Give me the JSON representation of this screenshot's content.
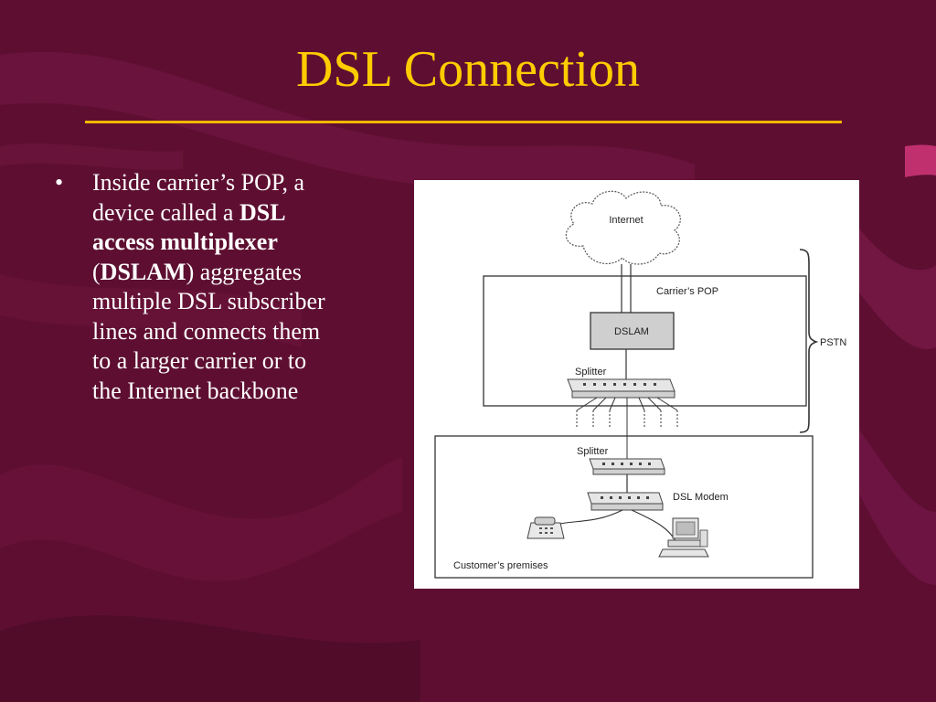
{
  "slide": {
    "title": "DSL Connection",
    "accent_color": "#ffcc00",
    "background_color": "#5e0f31"
  },
  "bullet": {
    "marker": "•",
    "text_before": "Inside carrier’s POP, a device called a ",
    "bold_term": "DSL access multiplexer",
    "paren_open": " (",
    "bold_acronym": "DSLAM",
    "text_after": ") aggregates multiple DSL subscriber lines and connects them to a larger carrier or to the Internet backbone"
  },
  "diagram": {
    "internet_label": "Internet",
    "carrier_pop_label": "Carrier’s POP",
    "dslam_label": "DSLAM",
    "splitter_top_label": "Splitter",
    "pstn_label": "PSTN",
    "splitter_bottom_label": "Splitter",
    "dsl_modem_label": "DSL Modem",
    "customer_label": "Customer’s premises"
  }
}
